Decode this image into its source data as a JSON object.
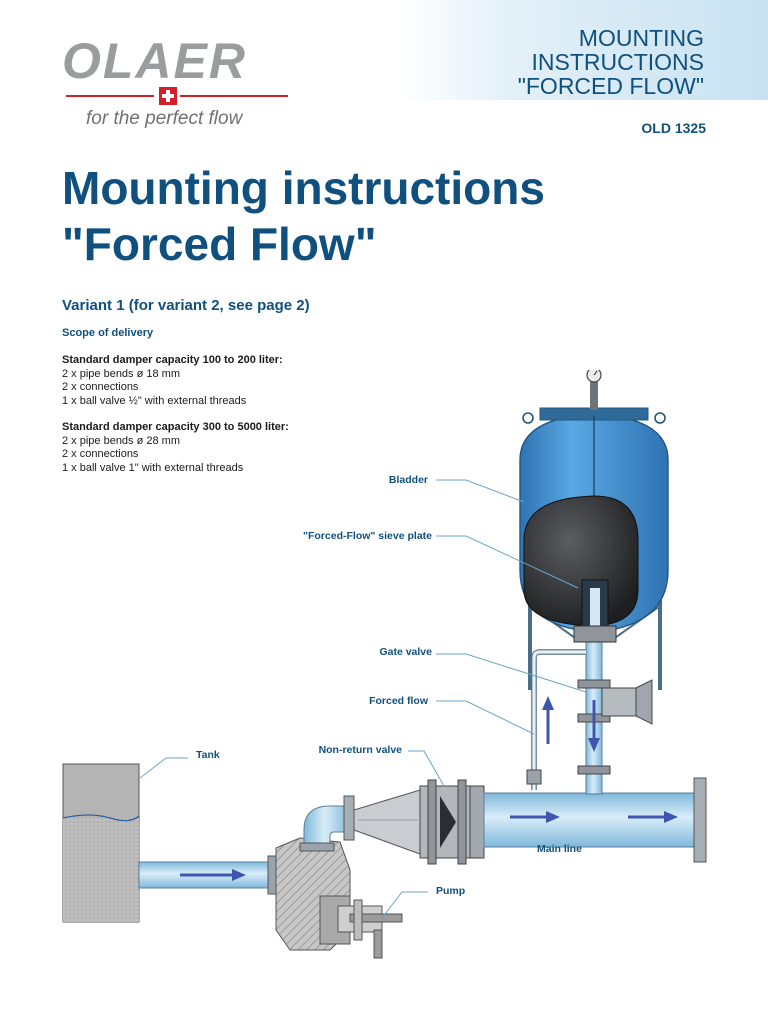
{
  "header": {
    "logo_word": "OLAER",
    "tagline": "for the perfect flow",
    "title_lines": [
      "MOUNTING",
      "INSTRUCTIONS",
      "\"FORCED FLOW\""
    ],
    "doc_code": "OLD 1325"
  },
  "main": {
    "title_line1": "Mounting instructions",
    "title_line2": "\"Forced Flow\"",
    "variant": "Variant 1 (for variant 2, see page 2)",
    "scope_label": "Scope of delivery",
    "specs": [
      {
        "heading": "Standard damper capacity 100 to 200 liter:",
        "items": [
          "2 x pipe bends ø 18 mm",
          "2 x connections",
          "1 x ball valve ½\" with external threads"
        ]
      },
      {
        "heading": "Standard damper capacity 300 to 5000 liter:",
        "items": [
          "2 x pipe bends ø 28 mm",
          "2 x connections",
          "1 x ball valve 1\" with external threads"
        ]
      }
    ]
  },
  "diagram": {
    "callouts": {
      "bladder": "Bladder",
      "sieve_plate": "\"Forced-Flow\" sieve plate",
      "gate_valve": "Gate valve",
      "forced_flow": "Forced flow",
      "non_return_valve": "Non-return valve",
      "tank": "Tank",
      "main_line": "Main line",
      "pump": "Pump"
    },
    "colors": {
      "vessel": "#3f8fd0",
      "bladder": "#2a2c2f",
      "pipe": "#b9dbef",
      "arrow": "#3e55b0",
      "tank": "#b8b8b8",
      "callout_line": "#6aa6c8"
    }
  }
}
